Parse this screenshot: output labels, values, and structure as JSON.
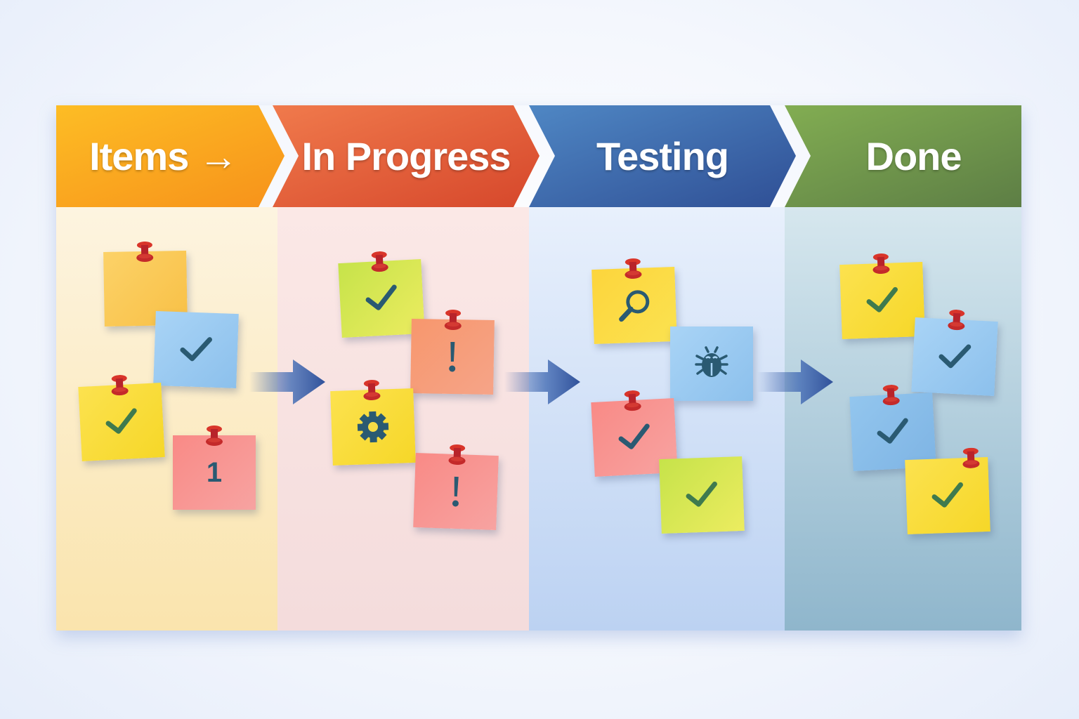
{
  "diagram": {
    "type": "kanban-board",
    "columns": [
      {
        "id": "items",
        "label": "Items →",
        "color": "#f8a11f",
        "bg": "#fbebc4",
        "notes": [
          {
            "color": "orange-yellow",
            "icon": "none",
            "pinned": true
          },
          {
            "color": "blue",
            "icon": "checkmark",
            "pinned": false
          },
          {
            "color": "yellow",
            "icon": "checkmark",
            "pinned": true
          },
          {
            "color": "red",
            "icon": "number",
            "text": "1",
            "pinned": true
          }
        ]
      },
      {
        "id": "in-progress",
        "label": "In Progress",
        "color": "#e05a35",
        "bg": "#f8e2e1",
        "notes": [
          {
            "color": "green",
            "icon": "checkmark",
            "pinned": true
          },
          {
            "color": "salmon",
            "icon": "exclamation",
            "pinned": true
          },
          {
            "color": "yellow",
            "icon": "gear",
            "pinned": true
          },
          {
            "color": "red",
            "icon": "exclamation",
            "pinned": true
          }
        ]
      },
      {
        "id": "testing",
        "label": "Testing",
        "color": "#3c66ad",
        "bg": "#d3e2f8",
        "notes": [
          {
            "color": "yellow",
            "icon": "magnifier",
            "pinned": true
          },
          {
            "color": "blue",
            "icon": "bug",
            "pinned": false
          },
          {
            "color": "red",
            "icon": "checkmark",
            "pinned": true
          },
          {
            "color": "green",
            "icon": "checkmark",
            "pinned": false
          }
        ]
      },
      {
        "id": "done",
        "label": "Done",
        "color": "#6f9649",
        "bg": "#b3cfdc",
        "notes": [
          {
            "color": "yellow",
            "icon": "checkmark",
            "pinned": true
          },
          {
            "color": "blue",
            "icon": "checkmark",
            "pinned": true
          },
          {
            "color": "blue",
            "icon": "checkmark",
            "pinned": true
          },
          {
            "color": "yellow",
            "icon": "checkmark",
            "pinned": true
          }
        ]
      }
    ],
    "flow_arrows": [
      "items-to-in-progress",
      "in-progress-to-testing",
      "testing-to-done"
    ]
  }
}
